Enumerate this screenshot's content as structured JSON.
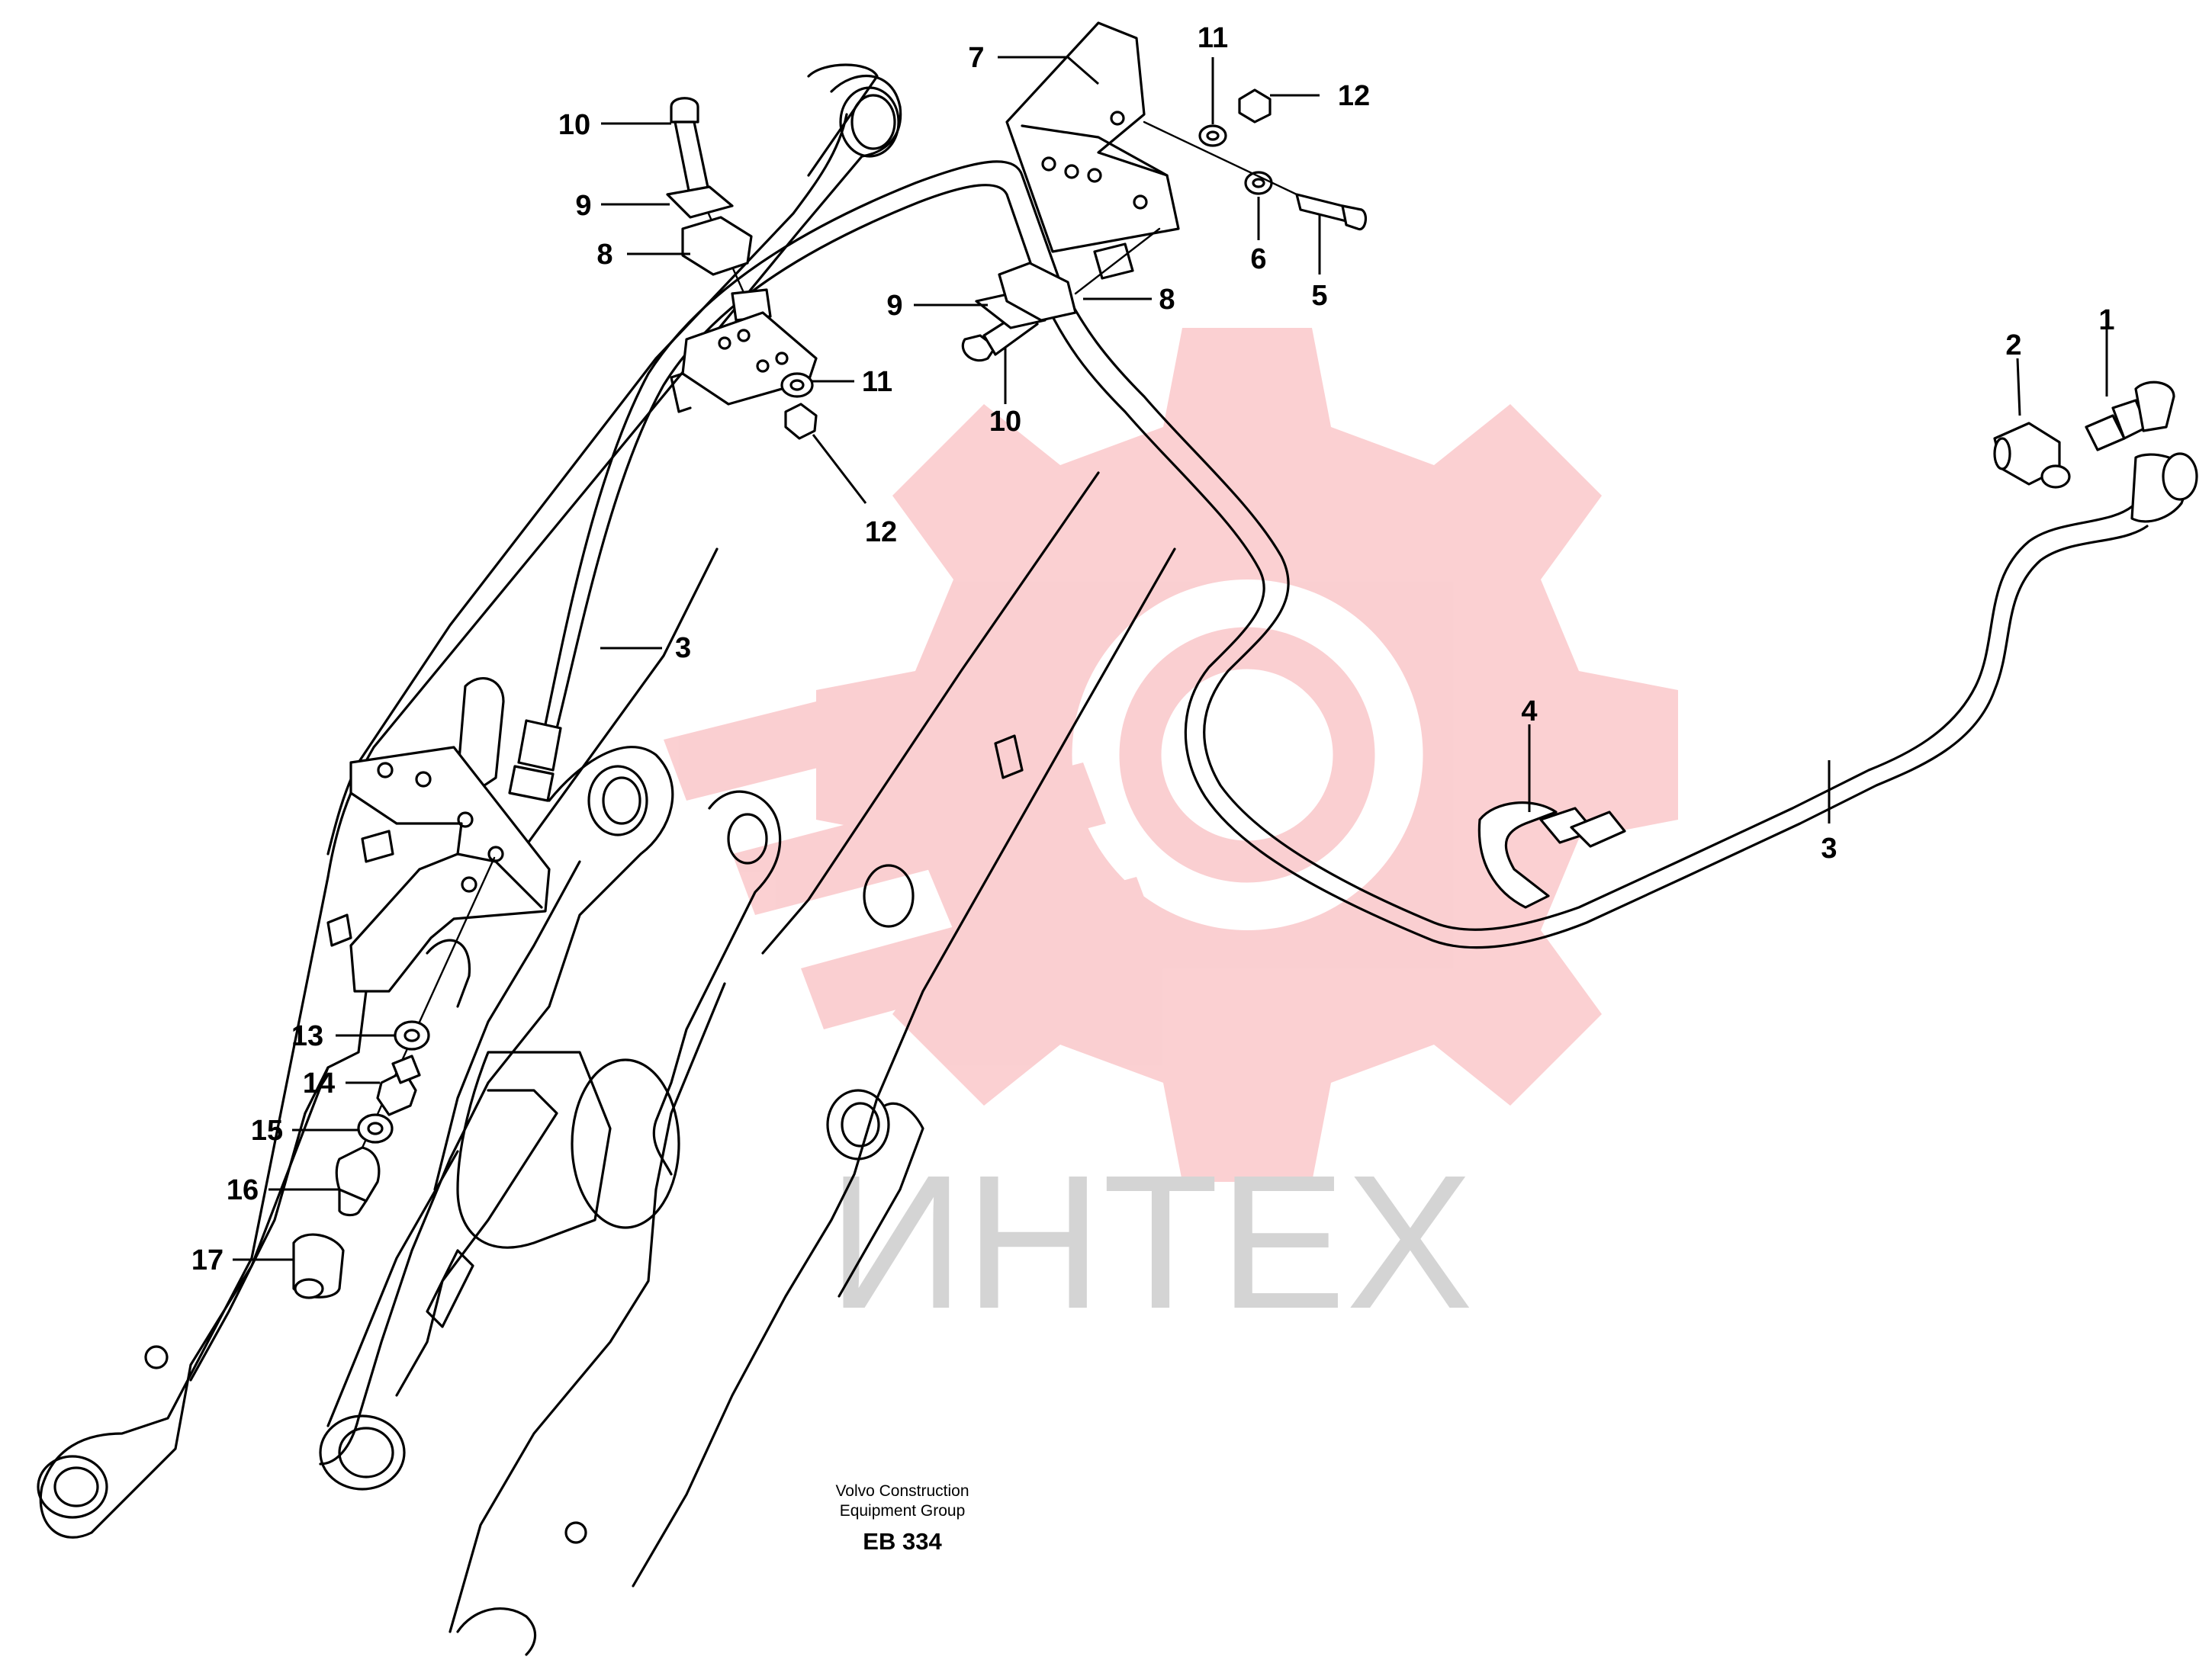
{
  "diagram": {
    "callouts": [
      {
        "label": "1"
      },
      {
        "label": "2"
      },
      {
        "label": "3"
      },
      {
        "label": "3"
      },
      {
        "label": "4"
      },
      {
        "label": "5"
      },
      {
        "label": "6"
      },
      {
        "label": "7"
      },
      {
        "label": "8"
      },
      {
        "label": "8"
      },
      {
        "label": "9"
      },
      {
        "label": "9"
      },
      {
        "label": "10"
      },
      {
        "label": "10"
      },
      {
        "label": "11"
      },
      {
        "label": "11"
      },
      {
        "label": "12"
      },
      {
        "label": "12"
      },
      {
        "label": "13"
      },
      {
        "label": "14"
      },
      {
        "label": "15"
      },
      {
        "label": "16"
      },
      {
        "label": "17"
      }
    ],
    "footer": {
      "line1": "Volvo Construction",
      "line2": "Equipment Group",
      "code": "EB 334"
    },
    "watermark": {
      "text": "ИНТЕХ",
      "color": "#f7a9ad"
    }
  }
}
